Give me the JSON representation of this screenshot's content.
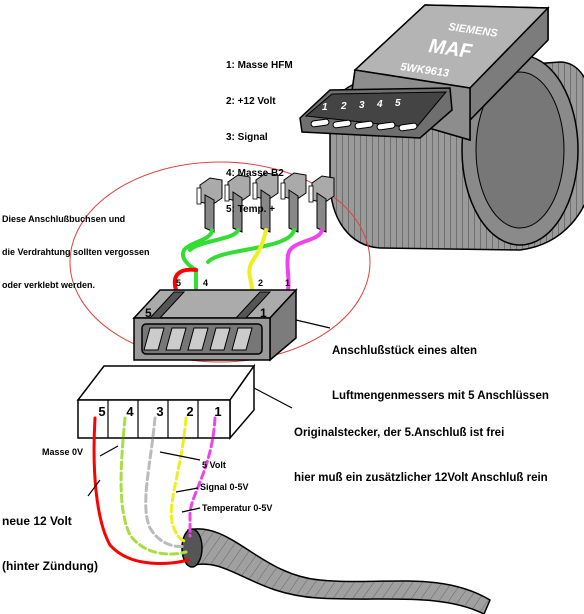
{
  "maf": {
    "brand": "SIEMENS",
    "model": "MAF",
    "part_number": "5WK9613",
    "pin_numbers": [
      "1",
      "2",
      "3",
      "4",
      "5"
    ]
  },
  "pinout_legend": [
    "1: Masse HFM",
    "2: +12 Volt",
    "3: Signal",
    "4: Masse B2",
    "5: Temp. +"
  ],
  "note": {
    "line1": "Diese Anschlußbuchsen und",
    "line2": "die Verdrahtung sollten vergossen",
    "line3": "oder verklebt werden."
  },
  "upper_connector": {
    "wire_labels": {
      "p5": "5",
      "p4": "4",
      "p2": "2",
      "p1": "1"
    },
    "face_left": "5",
    "face_right": "1",
    "caption_line1": "Anschlußstück eines alten",
    "caption_line2": "Luftmengenmessers mit 5 Anschlüssen"
  },
  "lower_connector": {
    "pins": [
      "5",
      "4",
      "3",
      "2",
      "1"
    ],
    "caption_line1": "Originalstecker, der 5.Anschluß ist frei",
    "caption_line2": "hier muß ein zusätzlicher 12Volt Anschluß rein"
  },
  "wire_labels": {
    "masse": "Masse 0V",
    "volt5": "5 Volt",
    "signal": "Signal 0-5V",
    "temp": "Temperatur 0-5V",
    "new12_line1": "neue 12 Volt",
    "new12_line2": "(hinter Zündung)"
  },
  "colors": {
    "red": "#ff0000",
    "green": "#33dd33",
    "yellow": "#eeee22",
    "magenta": "#ee44ee",
    "grey": "#bbbbbb",
    "body_grey": "#999999"
  }
}
